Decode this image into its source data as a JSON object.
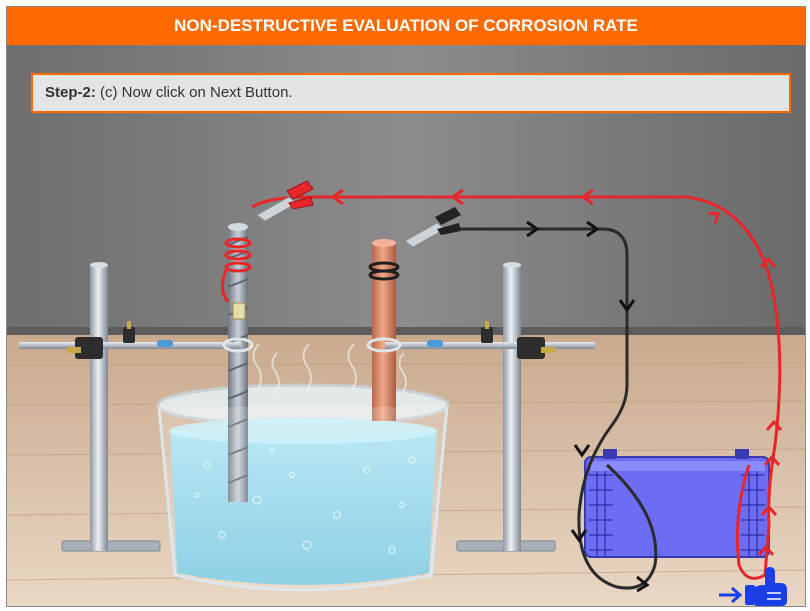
{
  "header": {
    "title": "NON-DESTRUCTIVE EVALUATION OF CORROSION RATE"
  },
  "instruction": {
    "step_label": "Step-2:",
    "text": " (c) Now click on Next Button."
  },
  "colors": {
    "header_bg": "#ff6a00",
    "wire_positive": "#e8262a",
    "wire_negative": "#2a2a2a",
    "battery": "#6c6cf5",
    "water": "#8fd6ea",
    "copper": "#d9896a",
    "pointer": "#1a3fe6"
  },
  "icons": {
    "next_pointer": "hand-pointer-icon",
    "arrow": "arrow-right-icon"
  }
}
